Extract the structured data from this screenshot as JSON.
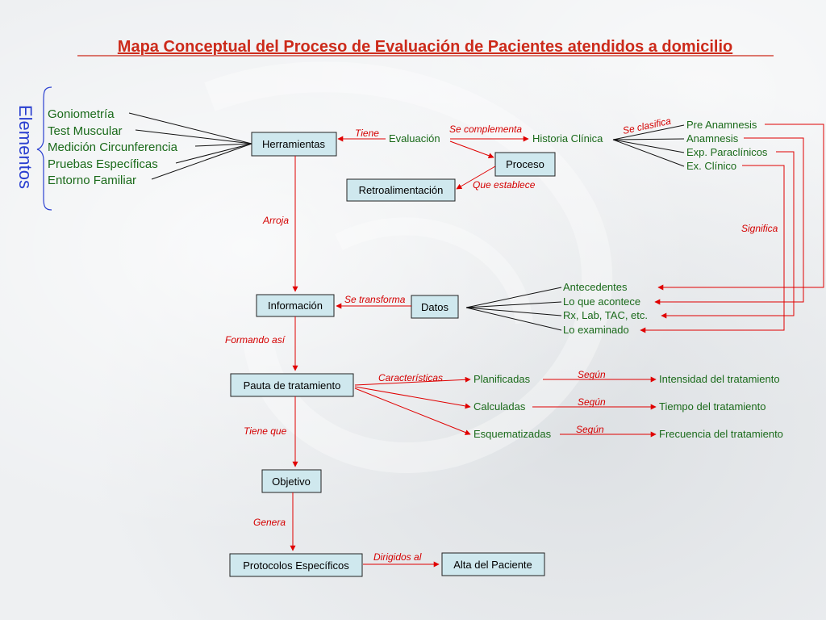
{
  "title": "Mapa Conceptual del Proceso de Evaluación de Pacientes atendidos a domicilio",
  "elements_label": "Elementos",
  "elements": [
    "Goniometría",
    "Test Muscular",
    "Medición Circunferencia",
    "Pruebas Específicas",
    "Entorno Familiar"
  ],
  "nodes": {
    "herramientas": "Herramientas",
    "evaluacion": "Evaluación",
    "historia": "Historia Clínica",
    "proceso": "Proceso",
    "retro": "Retroalimentación",
    "informacion": "Información",
    "datos": "Datos",
    "pauta": "Pauta de tratamiento",
    "objetivo": "Objetivo",
    "protocolos": "Protocolos Específicos",
    "alta": "Alta del Paciente"
  },
  "historia_items": [
    "Pre Anamnesis",
    "Anamnesis",
    "Exp. Paraclínicos",
    "Ex. Clínico"
  ],
  "datos_items": [
    "Antecedentes",
    "Lo que acontece",
    "Rx, Lab, TAC, etc.",
    "Lo examinado"
  ],
  "pauta_items": [
    "Planificadas",
    "Calculadas",
    "Esquematizadas"
  ],
  "pauta_targets": [
    "Intensidad del tratamiento",
    "Tiempo del tratamiento",
    "Frecuencia del tratamiento"
  ],
  "labels": {
    "tiene": "Tiene",
    "se_complementa": "Se complementa",
    "se_clasifica": "Se clasifica",
    "que_establece": "Que establece",
    "arroja": "Arroja",
    "significa": "Significa",
    "se_transforma": "Se transforma",
    "formando": "Formando así",
    "caracteristicas": "Características",
    "segun": "Según",
    "tiene_que": "Tiene que",
    "genera": "Genera",
    "dirigidos": "Dirigidos al"
  },
  "colors": {
    "title": "#cc2a1a",
    "box_fill": "#cfe8ee",
    "green_text": "#1a6a1a",
    "red_connector": "#e00000",
    "blue_label": "#2a3fd0"
  }
}
